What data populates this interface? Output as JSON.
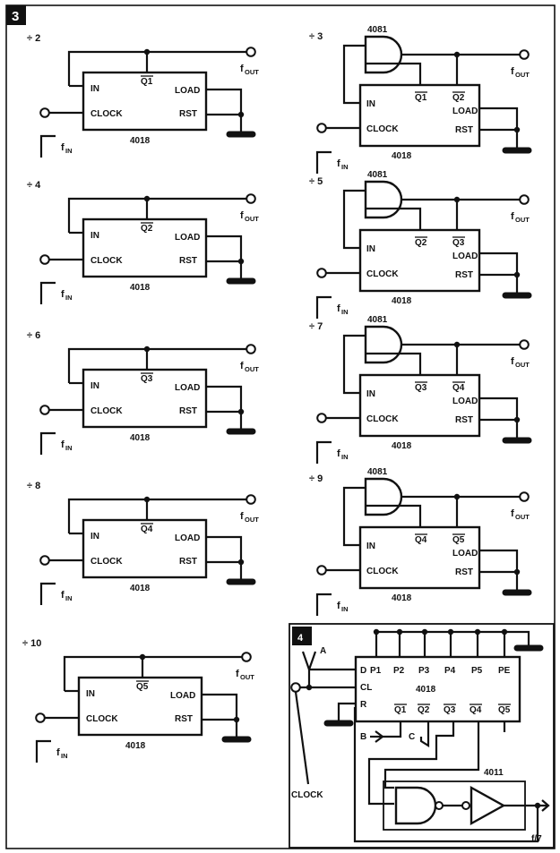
{
  "figure3": {
    "number": "3",
    "circuits": [
      {
        "ratio": "÷ 2",
        "q": "Q1"
      },
      {
        "ratio": "÷ 3",
        "q": "Q1",
        "q2": "Q2",
        "gate": "4081"
      },
      {
        "ratio": "÷ 4",
        "q": "Q2"
      },
      {
        "ratio": "÷ 5",
        "q": "Q2",
        "q2": "Q3",
        "gate": "4081"
      },
      {
        "ratio": "÷ 6",
        "q": "Q3"
      },
      {
        "ratio": "÷ 7",
        "q": "Q3",
        "q2": "Q4",
        "gate": "4081"
      },
      {
        "ratio": "÷ 8",
        "q": "Q4"
      },
      {
        "ratio": "÷ 9",
        "q": "Q4",
        "q2": "Q5",
        "gate": "4081"
      },
      {
        "ratio": "÷ 10",
        "q": "Q5"
      }
    ],
    "labels": {
      "in": "IN",
      "clock": "CLOCK",
      "load": "LOAD",
      "rst": "RST",
      "chip": "4018",
      "f": "f",
      "out": "OUT",
      "in_sub": "IN"
    }
  },
  "figure4": {
    "number": "4",
    "chip": "4018",
    "left_pins": [
      "D",
      "CL",
      "R"
    ],
    "top_pins": [
      "P1",
      "P2",
      "P3",
      "P4",
      "P5",
      "PE"
    ],
    "bottom_pins": [
      "Q1",
      "Q2",
      "Q3",
      "Q4",
      "Q5"
    ],
    "point_a": "A",
    "point_b": "B",
    "point_c": "C",
    "gate_chip": "4011",
    "clock_label": "CLOCK",
    "output_label": "f/7"
  }
}
